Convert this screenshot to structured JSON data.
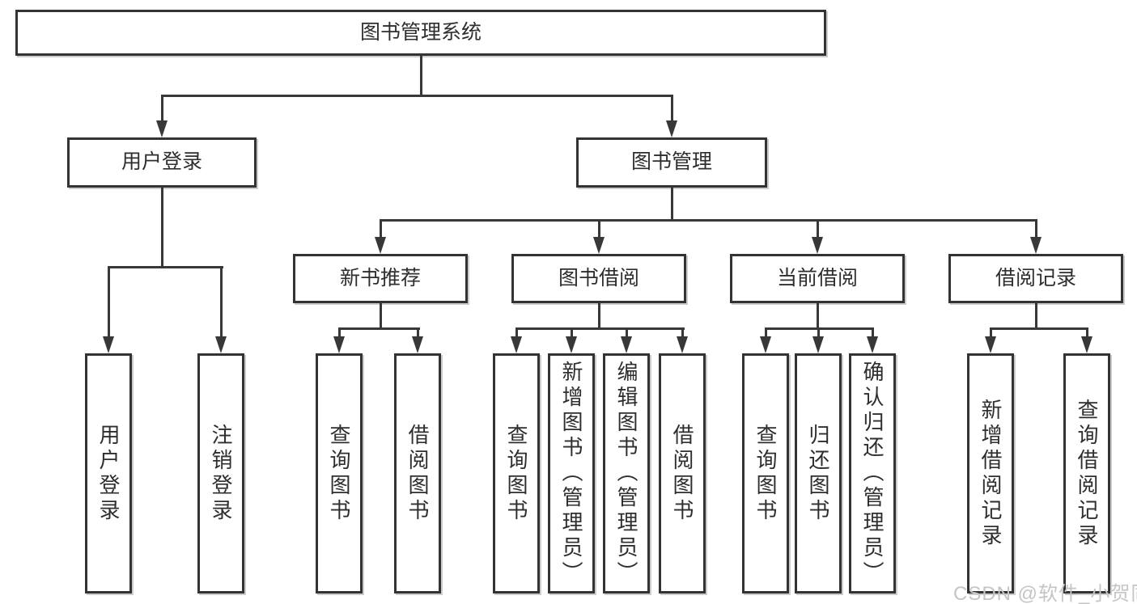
{
  "tree": {
    "label": "图书管理系统",
    "children": [
      {
        "label": "用户登录",
        "children": [
          {
            "label": "用户登录"
          },
          {
            "label": "注销登录"
          }
        ]
      },
      {
        "label": "图书管理",
        "children": [
          {
            "label": "新书推荐",
            "children": [
              {
                "label": "查询图书"
              },
              {
                "label": "借阅图书"
              }
            ]
          },
          {
            "label": "图书借阅",
            "children": [
              {
                "label": "查询图书"
              },
              {
                "label": "新增图书（管理员）"
              },
              {
                "label": "编辑图书（管理员）"
              },
              {
                "label": "借阅图书"
              }
            ]
          },
          {
            "label": "当前借阅",
            "children": [
              {
                "label": "查询图书"
              },
              {
                "label": "归还图书"
              },
              {
                "label": "确认归还（管理员）"
              }
            ]
          },
          {
            "label": "借阅记录",
            "children": [
              {
                "label": "新增借阅记录"
              },
              {
                "label": "查询借阅记录"
              }
            ]
          }
        ]
      }
    ]
  },
  "watermark": {
    "text": "CSDN @软件_小贺同学"
  },
  "style": {
    "line_color": "#383838",
    "box_border_color": "#333333",
    "box_background": "#ffffff",
    "page_background": "#ffffff",
    "watermark_color": "#c5c5c5"
  }
}
